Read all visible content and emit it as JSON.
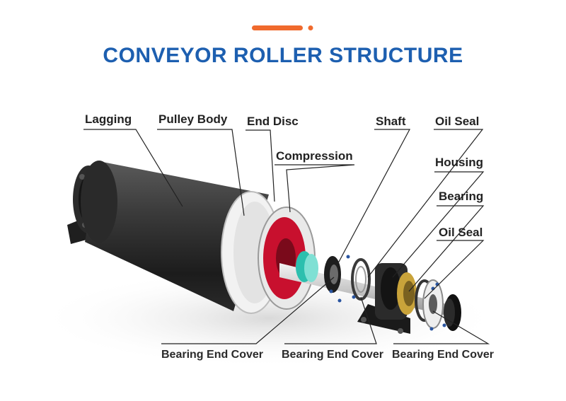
{
  "colors": {
    "accent_orange": "#f06a2d",
    "title_blue": "#1d5fb0",
    "drum_dark": "#2e2e2e",
    "end_disc_red": "#c8102e",
    "compression_teal": "#2cbfae",
    "bearing_gold": "#c9a33a"
  },
  "title": "CONVEYOR ROLLER STRUCTURE",
  "parts": {
    "lagging": "Lagging",
    "pulley_body": "Pulley Body",
    "end_disc": "End Disc",
    "compression": "Compression",
    "shaft": "Shaft",
    "oil_seal_top": "Oil Seal",
    "housing": "Housing",
    "bearing": "Bearing",
    "oil_seal_right": "Oil Seal",
    "bearing_end_cover_left": "Bearing End Cover",
    "bearing_end_cover_middle": "Bearing End Cover",
    "bearing_end_cover_right": "Bearing End Cover"
  },
  "icons": [
    "title-accent-bar",
    "title-accent-dot"
  ]
}
